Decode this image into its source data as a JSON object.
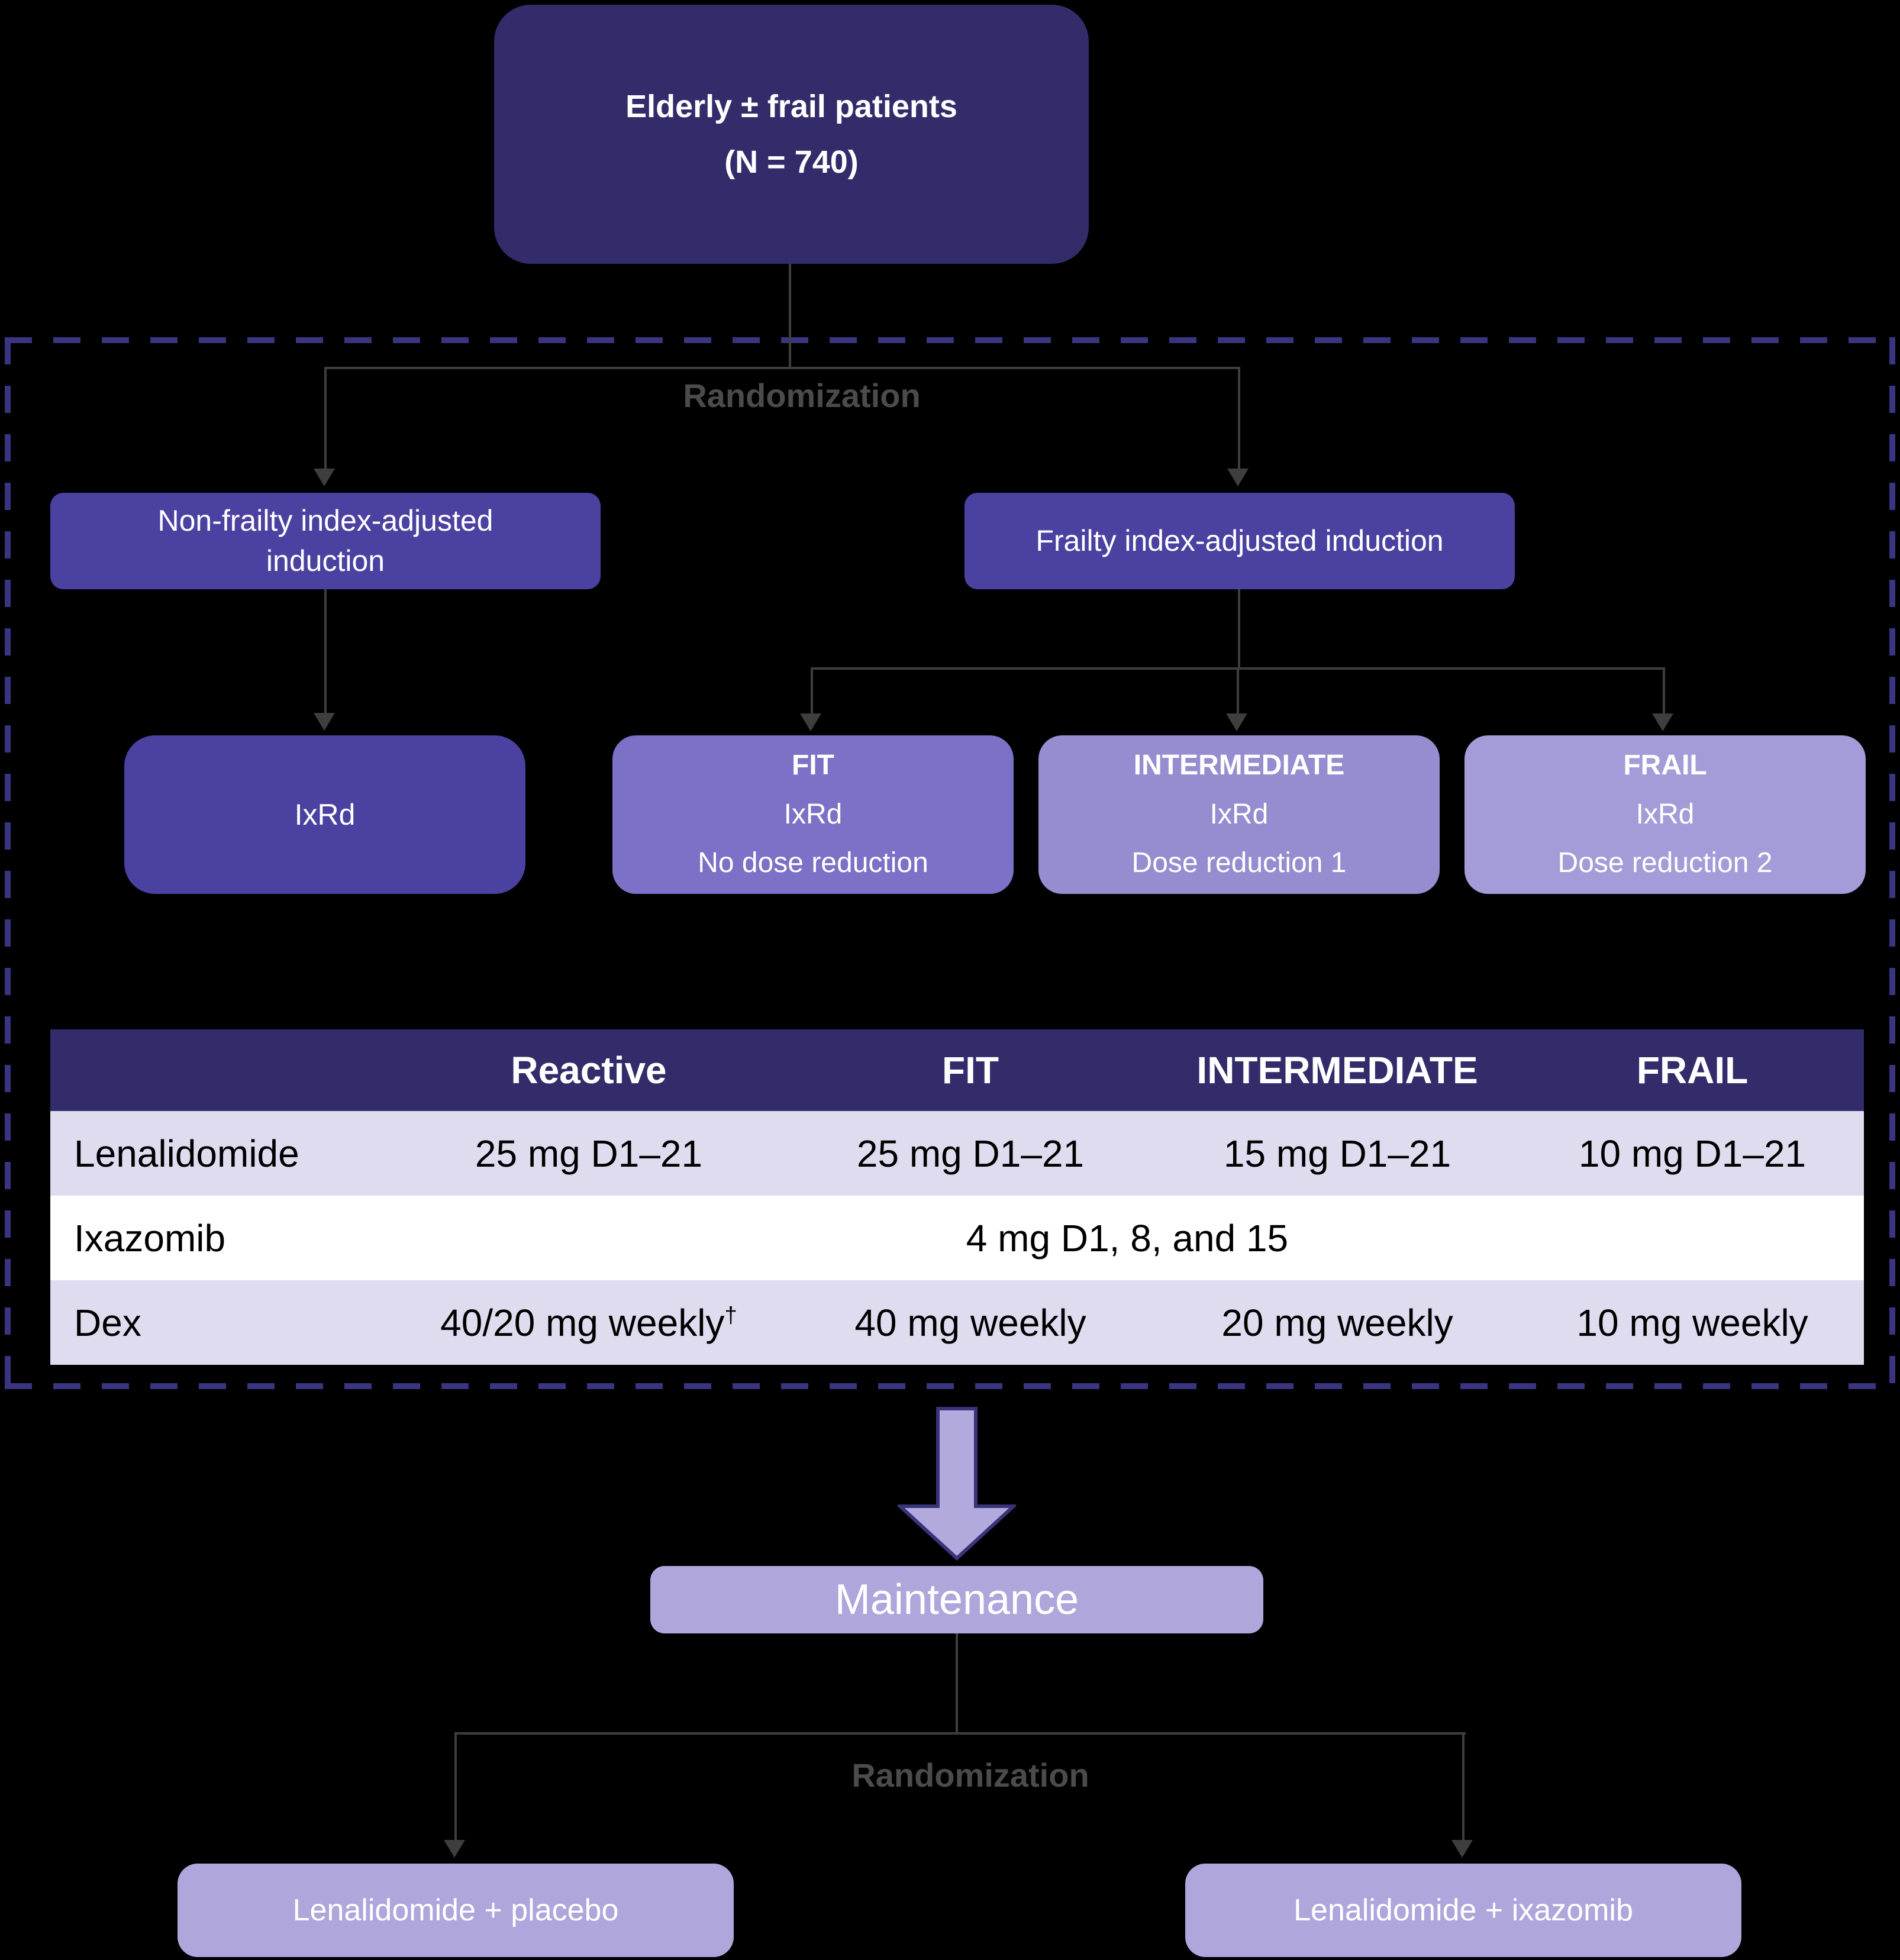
{
  "flow": {
    "top_box": {
      "line1": "Elderly ± frail patients",
      "line2": "(N = 740)"
    },
    "randomization_top": "Randomization",
    "randomization_bottom": "Randomization",
    "branch_left": {
      "line1": "Non-frailty index-adjusted",
      "line2": "induction"
    },
    "branch_right": "Frailty index-adjusted induction",
    "ixrd_box": "IxRd",
    "fit_box": {
      "title": "FIT",
      "line2": "IxRd",
      "line3": "No dose reduction"
    },
    "intermediate_box": {
      "title": "INTERMEDIATE",
      "line2": "IxRd",
      "line3": "Dose reduction 1"
    },
    "frail_box": {
      "title": "FRAIL",
      "line2": "IxRd",
      "line3": "Dose reduction 2"
    },
    "maintenance_box": "Maintenance",
    "bottom_left_box": "Lenalidomide + placebo",
    "bottom_right_box": "Lenalidomide + ixazomib"
  },
  "table": {
    "headers": [
      "",
      "Reactive",
      "FIT",
      "INTERMEDIATE",
      "FRAIL"
    ],
    "rows": [
      {
        "label": "Lenalidomide",
        "cells": [
          "25 mg D1–21",
          "25 mg D1–21",
          "15 mg D1–21",
          "10 mg D1–21"
        ]
      },
      {
        "label": "Ixazomib",
        "cells": [
          "4 mg D1, 8, and 15"
        ],
        "span_all": true
      },
      {
        "label": "Dex",
        "cells": [
          "40/20 mg weekly",
          "40 mg weekly",
          "20 mg weekly",
          "10 mg weekly"
        ],
        "dagger": "†"
      }
    ]
  },
  "colors": {
    "background": "#000000",
    "dark_purple": "#332C6B",
    "mid_purple": "#4B41A1",
    "fit_purple": "#7B71C6",
    "intermediate_purple": "#968DD0",
    "frail_purple": "#A49CD8",
    "light_purple": "#AFA7DC",
    "block_arrow_outline": "#39337A",
    "table_row_lavender": "#DFDCEF",
    "table_row_white": "#FFFFFF",
    "dashed_border": "#3A3580",
    "connector_gray": "#3E3E3E",
    "randomization_text": "#4B4B4B"
  }
}
